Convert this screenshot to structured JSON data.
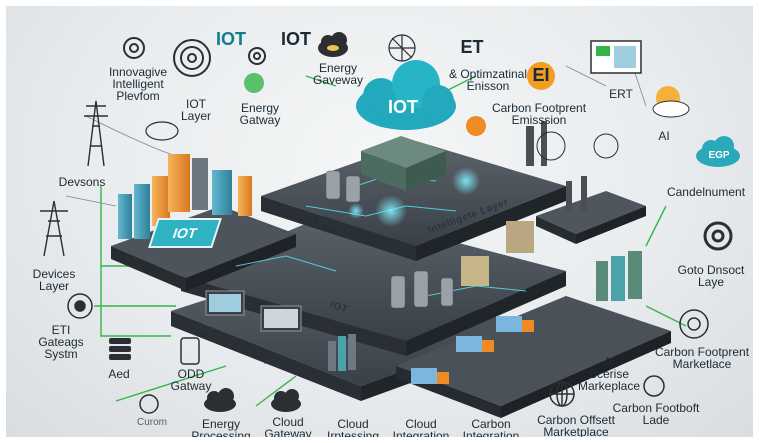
{
  "left_labels": {
    "innovative": "Innovagive\nIntelligent\nPlevfom",
    "iot_layer": "IOT\nLayer",
    "devsons": "Devsons",
    "devices_layer": "Devices\nLayer",
    "eti_gateways": "ETI\nGateags\nSystm",
    "aed": "Aed",
    "odd_gatway": "ODD\nGatway",
    "curom": "Curom"
  },
  "top_labels": {
    "iot_1": "IOT",
    "iot_2": "IOT",
    "energy_gaveway": "Energy\nGaveway",
    "energy_gatway": "Energy\nGatway",
    "et": "ET",
    "optimizational": "& Optimzatinal\nEnisson",
    "cloud_iot": "IOT",
    "carbon_footprint_emission": "Carbon Footprent\nEmisssion",
    "ei": "EI",
    "ert": "ERT",
    "ai_top": "AI",
    "egp": "EGP",
    "candelnument": "Candelnument"
  },
  "right_labels": {
    "goto": "Goto Dnsoct\nLaye",
    "carbon_marketplace": "Carbon Footprent\nMarketlace",
    "ai_marketplace": "AI\nBcerise\nMarkeplace",
    "carbon_lade": "Carbon Footboft\nLade"
  },
  "bottom_labels": {
    "energy_processing": "Energy\nProcessing",
    "cloud_gateway_hub": "Cloud\nGateway\nHub",
    "cloud_iprtessing": "Cloud\nIrptessing",
    "cloud_integration": "Cloud\nIntegration",
    "carbon_integration": "Carbon\nIntegration",
    "carbon_offset": "Carbon Offsett\nMarketplace"
  },
  "platform_labels": {
    "iot_screen": "IOT",
    "p_iot_device": "IOT    Devicet",
    "p_intelligent": "Intelligete    Layer",
    "p_iot_a": "IOT",
    "p_iot_b": "IOT",
    "p_iot_c": "IOT"
  },
  "colors": {
    "teal": "#1fa3b5",
    "orange": "#f08a24",
    "green_line": "#33b54a",
    "platform_dark": "#3b4148"
  },
  "icons": [
    "gear-icon",
    "target-icon",
    "cloud-icon",
    "tower-icon",
    "globe-icon",
    "sun-icon",
    "bulb-icon",
    "truck-icon",
    "server-icon",
    "laptop-icon",
    "leaf-icon",
    "battery-icon"
  ]
}
